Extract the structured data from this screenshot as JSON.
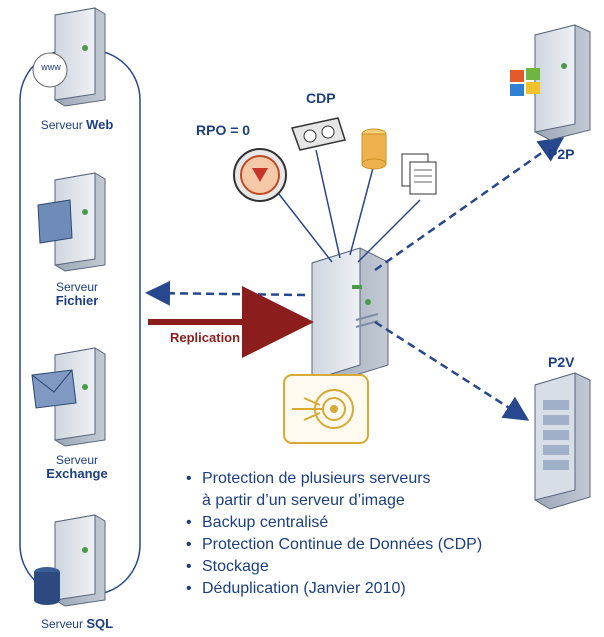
{
  "servers": [
    {
      "id": "web",
      "line1": "Serveur",
      "line2": "Web"
    },
    {
      "id": "file",
      "line1": "Serveur",
      "line2": "Fichier"
    },
    {
      "id": "exchange",
      "line1": "Serveur",
      "line2": "Exchange"
    },
    {
      "id": "sql",
      "line1": "Serveur",
      "line2": "SQL"
    }
  ],
  "labels": {
    "cdp": "CDP",
    "rpo": "RPO = 0",
    "p2p": "P2P",
    "p2v": "P2V",
    "replication": "Replication",
    "www": "www"
  },
  "bullets": [
    "Protection de plusieurs serveurs\nà partir d’un serveur d’image",
    "Backup centralisé",
    "Protection Continue de Données (CDP)",
    "Stockage",
    "Déduplication (Janvier 2010)"
  ],
  "colors": {
    "text_blue": "#1b3f80",
    "arrow_blue": "#27478f",
    "replication_red": "#8b1d1d",
    "rack_gray": "#c7ced8"
  }
}
